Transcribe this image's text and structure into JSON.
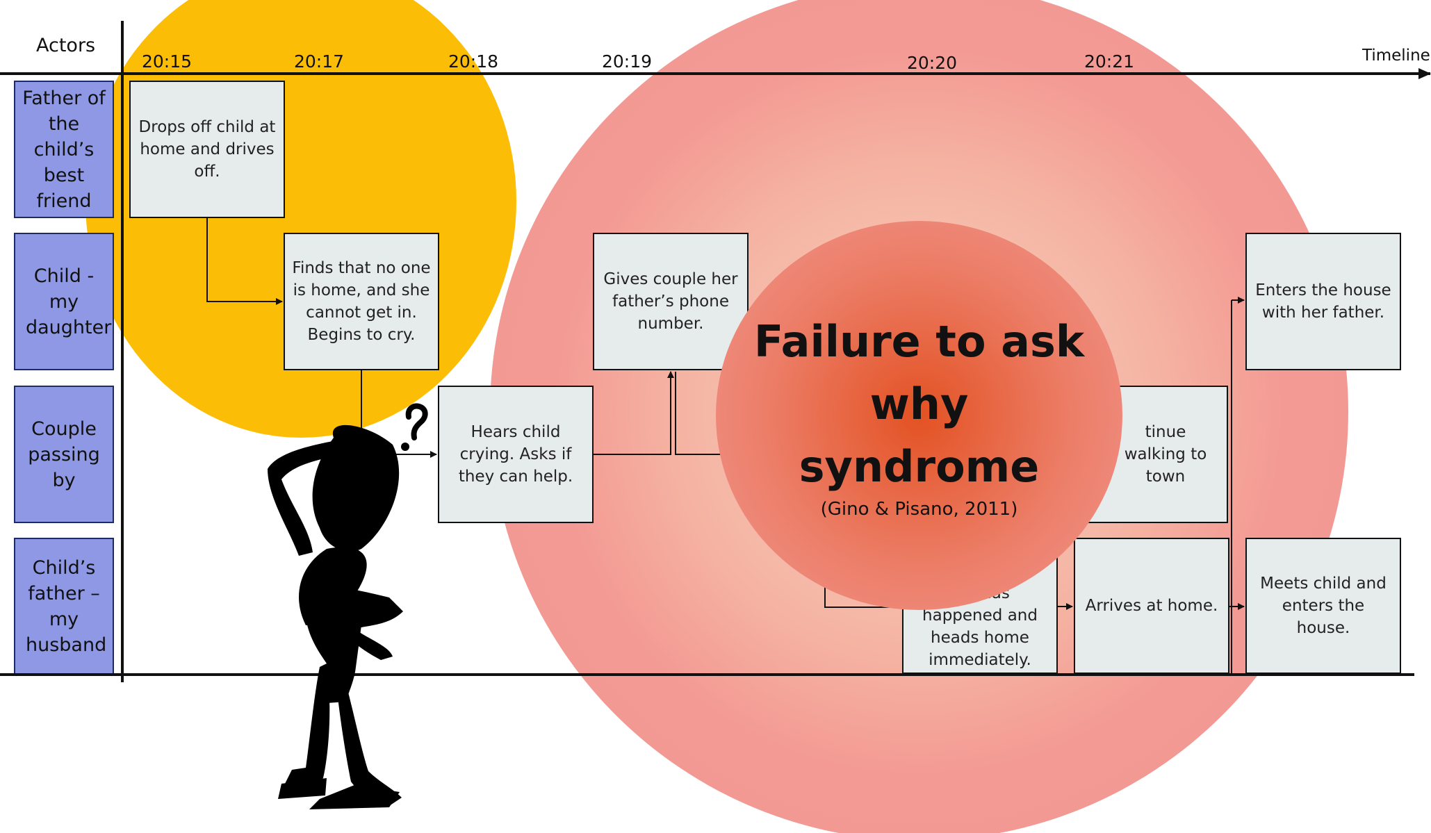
{
  "header": {
    "actors_label": "Actors",
    "timeline_label": "Timeline"
  },
  "times": [
    "20:15",
    "20:17",
    "20:18",
    "20:19",
    "20:20",
    "20:21"
  ],
  "actors": [
    "Father of the child’s best friend",
    "Child - my daughter",
    "Couple passing by",
    "Child’s father – my husband"
  ],
  "events": {
    "drops_off": "Drops off child at home and drives off.",
    "finds_no_one": "Finds that no one is home, and she cannot get in. Begins to cry.",
    "hears_crying": "Hears child crying. Asks if they can help.",
    "gives_number": "Gives couple her father’s phone number.",
    "continue_walking": "tinue walking to town",
    "heads_home": "hat has happened and heads home immediately.",
    "arrives_home": "Arrives at home.",
    "enters_house": "Enters the house with her father.",
    "meets_child": "Meets child and enters the house."
  },
  "highlight": {
    "title_line1": "Failure to ask",
    "title_line2": "why",
    "title_line3": "syndrome",
    "citation": "(Gino & Pisano, 2011)"
  },
  "colors": {
    "yellow_circle": "#fbbd06",
    "red_circle": "#f39795",
    "center": "#e35223",
    "actor_box": "#8e98e4",
    "event_box": "#e6ebec"
  }
}
